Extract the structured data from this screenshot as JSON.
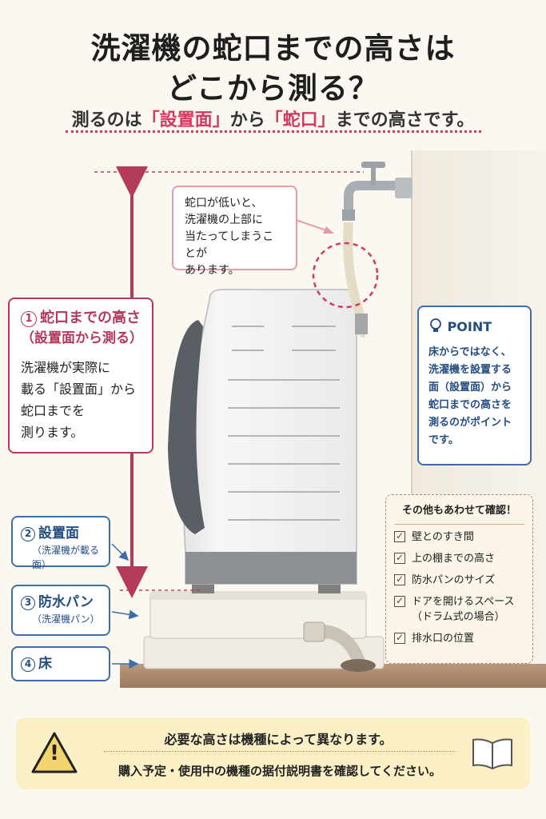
{
  "title": {
    "line1": "洗濯機の蛇口までの高さは",
    "line2": "どこから測る？"
  },
  "subtitle": {
    "pre": "測るのは",
    "hl1": "「設置面」",
    "mid": "から",
    "hl2": "「蛇口」",
    "post": "までの高さです。"
  },
  "bubble": {
    "text_line1": "蛇口が低いと、",
    "text_line2": "洗濯機の上部に",
    "text_line3": "当たってしまうことが",
    "text_line4": "あります。"
  },
  "measure_box": {
    "number": "1",
    "title": "蛇口までの高さ",
    "title_sub": "（設置面から測る）",
    "body_line1": "洗濯機が実際に",
    "body_line2": "載る「設置面」から",
    "body_line3": "蛇口までを",
    "body_line4": "測ります。"
  },
  "labels": [
    {
      "number": "2",
      "title": "設置面",
      "sub": "（洗濯機が載る面）"
    },
    {
      "number": "3",
      "title": "防水パン",
      "sub": "（洗濯機パン）"
    },
    {
      "number": "4",
      "title": "床",
      "sub": ""
    }
  ],
  "point": {
    "icon": "lightbulb-icon",
    "title": "POINT",
    "body_line1": "床からではなく、",
    "body_line2": "洗濯機を設置する",
    "body_line3": "面（設置面）から",
    "body_line4": "蛇口までの高さを",
    "body_line5": "測るのがポイント",
    "body_line6": "です。"
  },
  "checklist": {
    "title": "その他もあわせて確認！",
    "items": [
      {
        "line1": "壁とのすき間",
        "line2": ""
      },
      {
        "line1": "上の棚までの高さ",
        "line2": ""
      },
      {
        "line1": "防水パンのサイズ",
        "line2": ""
      },
      {
        "line1": "ドアを開けるスペース",
        "line2": "（ドラム式の場合）"
      },
      {
        "line1": "排水口の位置",
        "line2": ""
      }
    ],
    "check_glyph": "✓"
  },
  "notice": {
    "line1": "必要な高さは機種によって異なります。",
    "line2": "購入予定・使用中の機種の据付説明書を確認してください。",
    "warn_glyph": "!"
  },
  "colors": {
    "accent_pink": "#b33a5b",
    "accent_blue": "#244d80",
    "notice_bg": "#fbefc6"
  }
}
